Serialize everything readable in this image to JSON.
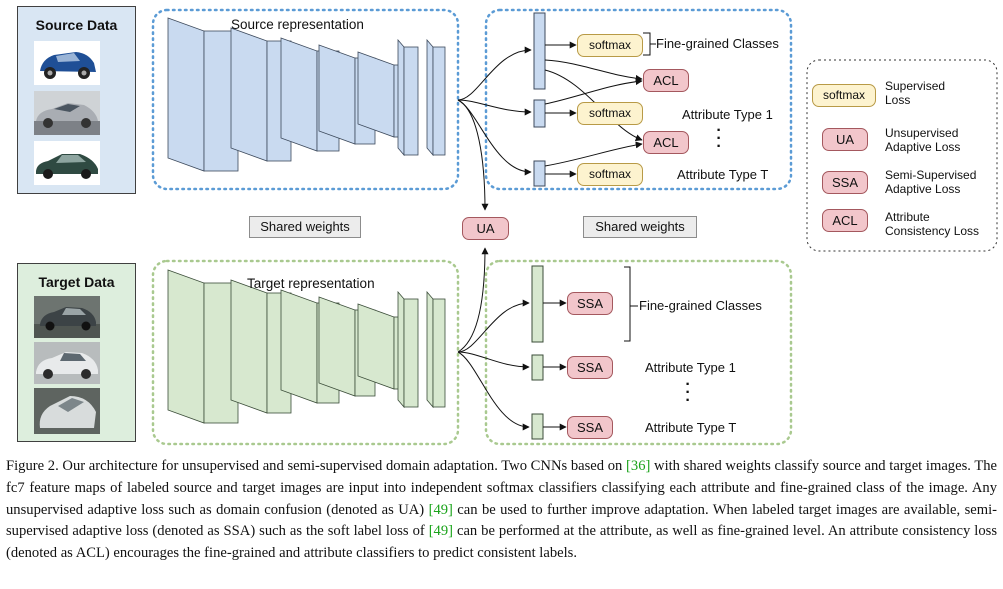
{
  "source_panel": {
    "title": "Source Data",
    "bg": "#d9e6f3"
  },
  "target_panel": {
    "title": "Target Data",
    "bg": "#ddeedd"
  },
  "source_net": {
    "title": "Source representation",
    "fill": "#c9daf0",
    "stroke": "#3d4a5c"
  },
  "target_net": {
    "title": "Target representation",
    "fill": "#d7e8cf",
    "stroke": "#3b4d39"
  },
  "shared_weights": "Shared weights",
  "ua": "UA",
  "source_heads": {
    "softmax": "softmax",
    "acl": "ACL",
    "fine_grained": "Fine-grained Classes",
    "attr1": "Attribute Type 1",
    "attrT": "Attribute Type T"
  },
  "target_heads": {
    "ssa": "SSA",
    "fine_grained": "Fine-grained Classes",
    "attr1": "Attribute Type 1",
    "attrT": "Attribute Type T"
  },
  "legend": {
    "items": [
      {
        "tag": "softmax",
        "text": "Supervised\nLoss"
      },
      {
        "tag": "UA",
        "text": "Unsupervised\nAdaptive Loss"
      },
      {
        "tag": "SSA",
        "text": "Semi-Supervised\nAdaptive Loss"
      },
      {
        "tag": "ACL",
        "text": "Attribute\nConsistency Loss"
      }
    ]
  },
  "colors": {
    "softmax_fill": "#fdf3cf",
    "loss_fill": "#f2c6cb",
    "source_dotted": "#5b9bd5",
    "target_dotted": "#a9c98f",
    "citation": "#1aa31a"
  },
  "caption": {
    "p1": "Figure 2.   Our architecture for unsupervised and semi-supervised domain adaptation. Two CNNs based on ",
    "cite1": "[36]",
    "p2": " with shared weights classify source and target images. The fc7 feature maps of labeled source and target images are input into independent softmax classifiers classifying each attribute and fine-grained class of the image.  Any unsupervised adaptive loss such as domain confusion (denoted as UA) ",
    "cite2": "[49]",
    "p3": " can be used to further improve adaptation. When labeled target images are available, semi-supervised adaptive loss (denoted as SSA) such as the soft label loss of ",
    "cite3": "[49]",
    "p4": " can be performed at the attribute, as well as fine-grained level. An attribute consistency loss (denoted as ACL) encourages the fine-grained and attribute classifiers to predict consistent labels."
  }
}
